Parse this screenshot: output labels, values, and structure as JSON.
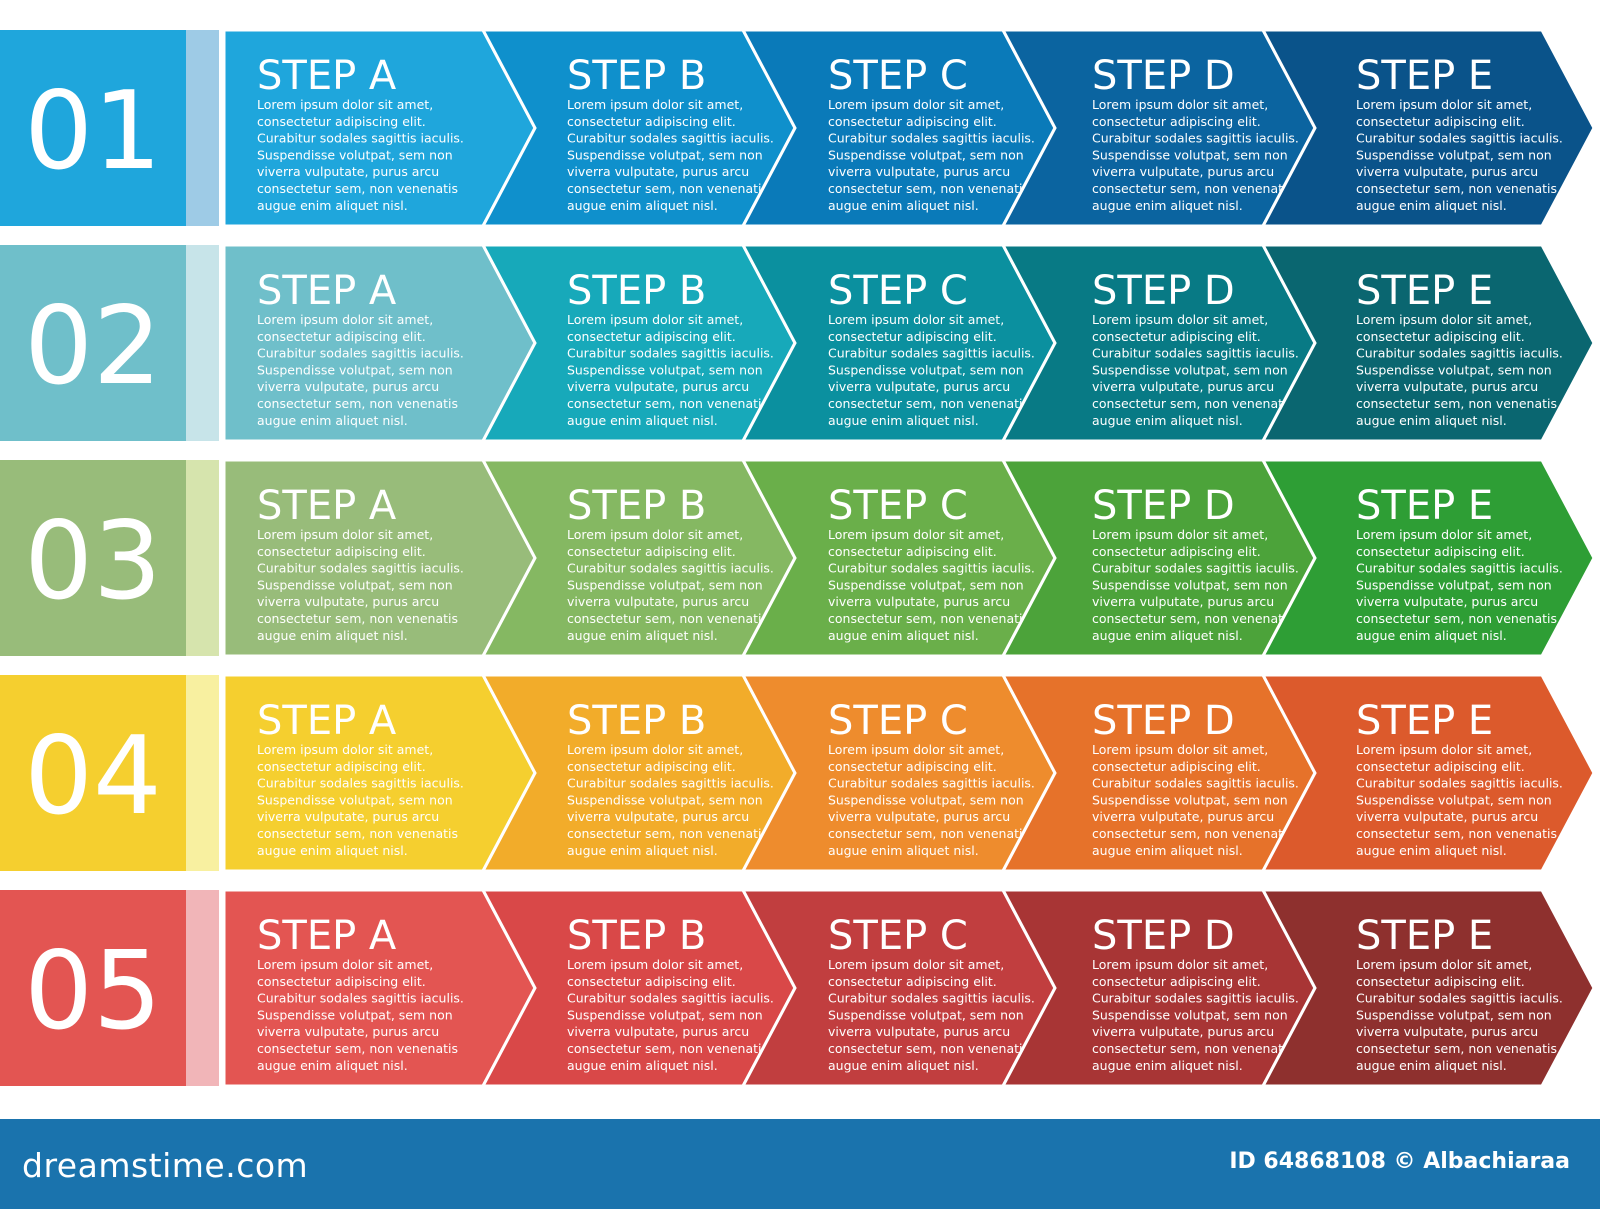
{
  "body_text": [
    "Lorem ipsum dolor sit amet,",
    "consectetur adipiscing elit.",
    "Curabitur sodales sagittis iaculis.",
    "Suspendisse volutpat, sem non",
    "viverra vulputate, purus arcu",
    "consectetur sem, non venenatis",
    "augue enim aliquet nisl."
  ],
  "rows": [
    {
      "number": "01",
      "num_color": "#1fa6dc",
      "stripe": "#9ecbe6",
      "steps": [
        {
          "title": "STEP A",
          "color": "#1fa6dc"
        },
        {
          "title": "STEP B",
          "color": "#0f90cc"
        },
        {
          "title": "STEP C",
          "color": "#0a7ab9"
        },
        {
          "title": "STEP D",
          "color": "#0b64a0"
        },
        {
          "title": "STEP E",
          "color": "#0a538a"
        }
      ]
    },
    {
      "number": "02",
      "num_color": "#6fbfca",
      "stripe": "#c7e4e9",
      "steps": [
        {
          "title": "STEP A",
          "color": "#6fbfca"
        },
        {
          "title": "STEP B",
          "color": "#17a9ba"
        },
        {
          "title": "STEP C",
          "color": "#0b909f"
        },
        {
          "title": "STEP D",
          "color": "#087a85"
        },
        {
          "title": "STEP E",
          "color": "#0a6670"
        }
      ]
    },
    {
      "number": "03",
      "num_color": "#98bc7a",
      "stripe": "#d6e4ad",
      "steps": [
        {
          "title": "STEP A",
          "color": "#98bc7a"
        },
        {
          "title": "STEP B",
          "color": "#85b862"
        },
        {
          "title": "STEP C",
          "color": "#6aaf4a"
        },
        {
          "title": "STEP D",
          "color": "#4ca33a"
        },
        {
          "title": "STEP E",
          "color": "#2e9e35"
        }
      ]
    },
    {
      "number": "04",
      "num_color": "#f5cf2f",
      "stripe": "#f8f0a0",
      "steps": [
        {
          "title": "STEP A",
          "color": "#f5cf2f"
        },
        {
          "title": "STEP B",
          "color": "#f2ac2a"
        },
        {
          "title": "STEP C",
          "color": "#ee8c2d"
        },
        {
          "title": "STEP D",
          "color": "#e6722a"
        },
        {
          "title": "STEP E",
          "color": "#dc5a2c"
        }
      ]
    },
    {
      "number": "05",
      "num_color": "#e35552",
      "stripe": "#f1b5b8",
      "steps": [
        {
          "title": "STEP A",
          "color": "#e35552"
        },
        {
          "title": "STEP B",
          "color": "#d94848"
        },
        {
          "title": "STEP C",
          "color": "#c13e3f"
        },
        {
          "title": "STEP D",
          "color": "#a83535"
        },
        {
          "title": "STEP E",
          "color": "#8e302e"
        }
      ]
    }
  ],
  "footer": {
    "logo": "dreamstime.com",
    "credit": "ID 64868108 © Albachiaraa",
    "color": "#1a73ad"
  }
}
